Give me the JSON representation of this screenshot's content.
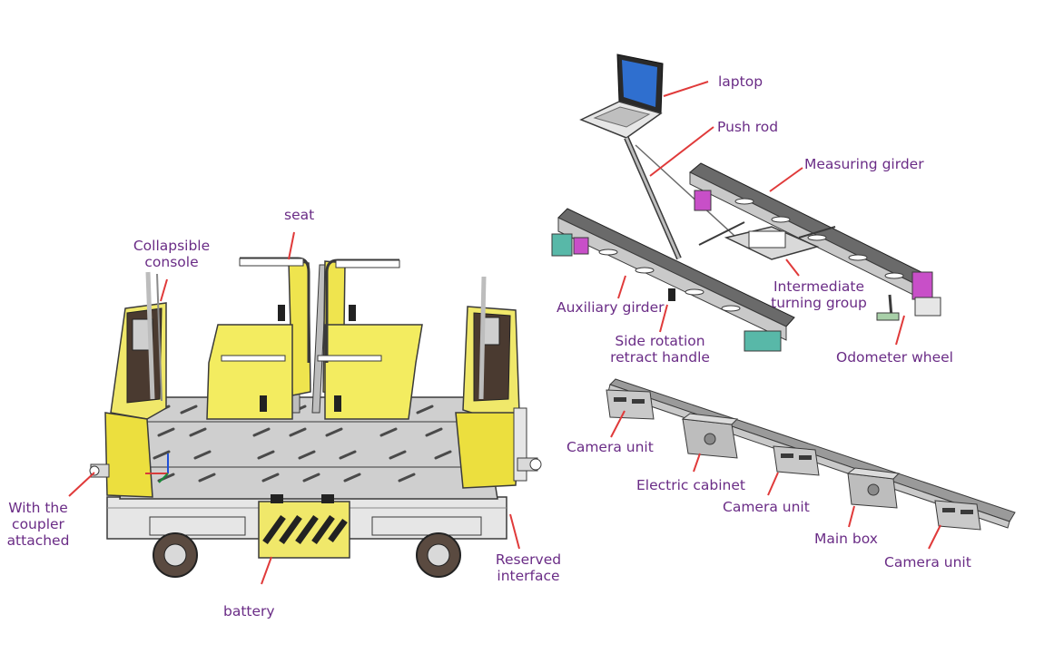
{
  "colors": {
    "label": "#6a2c86",
    "leader": "#e03a3a",
    "yellow": "#f2ea55",
    "metal": "#d9d9d9",
    "outline": "#3a3a3a",
    "magenta": "#c84fc8"
  },
  "labels": {
    "seat": "seat",
    "collapsible_console": "Collapsible console",
    "coupler": "With the coupler attached",
    "battery": "battery",
    "reserved_interface": "Reserved interface",
    "laptop": "laptop",
    "push_rod": "Push rod",
    "measuring_girder": "Measuring girder",
    "intermediate_turning_group": "Intermediate turning group",
    "auxiliary_girder": "Auxiliary girder",
    "side_rotation_handle": "Side rotation retract handle",
    "odometer_wheel": "Odometer wheel",
    "camera_unit_1": "Camera unit",
    "electric_cabinet": "Electric cabinet",
    "camera_unit_2": "Camera unit",
    "main_box": "Main box",
    "camera_unit_3": "Camera unit"
  }
}
